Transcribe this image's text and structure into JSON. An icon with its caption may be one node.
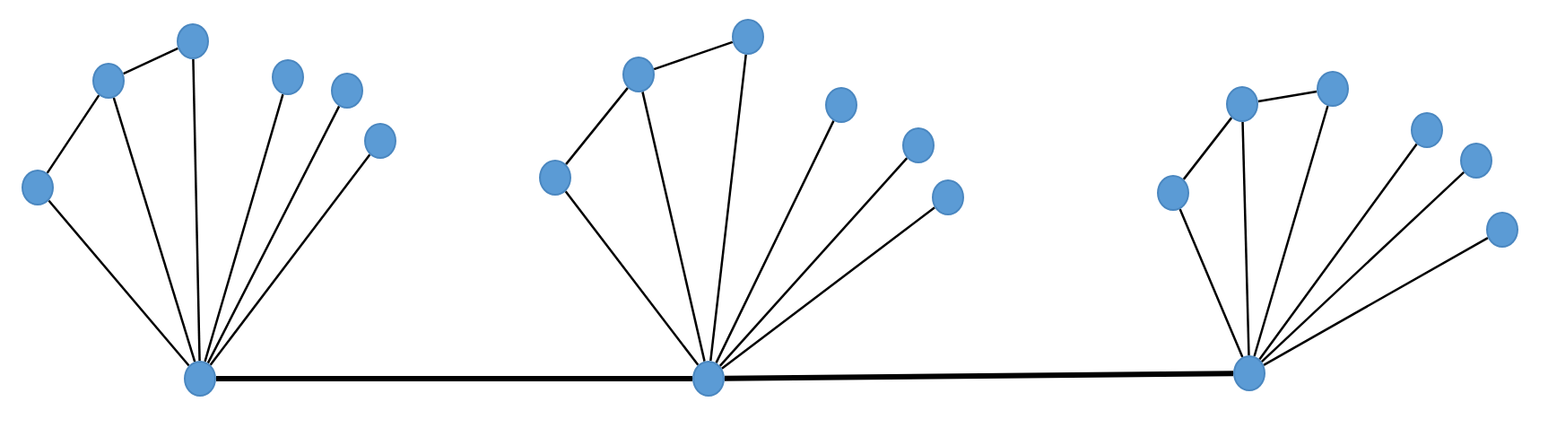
{
  "diagram": {
    "nodes": [
      {
        "text": [],
        "shape": "circle"
      },
      {
        "text": [],
        "shape": "circle"
      },
      {
        "text": [],
        "shape": "circle"
      },
      {
        "text": [],
        "shape": "circle"
      },
      {
        "text": [],
        "shape": "circle"
      },
      {
        "text": [],
        "shape": "circle"
      },
      {
        "text": [],
        "shape": "circle"
      },
      {
        "text": [],
        "shape": "circle"
      },
      {
        "text": [],
        "shape": "circle"
      },
      {
        "text": [],
        "shape": "circle"
      },
      {
        "text": [],
        "shape": "circle"
      },
      {
        "text": [],
        "shape": "circle"
      },
      {
        "text": [],
        "shape": "circle"
      },
      {
        "text": [],
        "shape": "circle"
      },
      {
        "text": [],
        "shape": "circle"
      },
      {
        "text": [],
        "shape": "circle"
      },
      {
        "text": [],
        "shape": "circle"
      },
      {
        "text": [],
        "shape": "circle"
      },
      {
        "text": [],
        "shape": "circle"
      },
      {
        "text": [],
        "shape": "circle"
      },
      {
        "text": [],
        "shape": "circle"
      }
    ],
    "edges": [
      {
        "from": 0,
        "to": 1,
        "arrow": "none"
      },
      {
        "from": 1,
        "to": 2,
        "arrow": "none"
      },
      {
        "from": 0,
        "to": 3,
        "arrow": "none"
      },
      {
        "from": 1,
        "to": 3,
        "arrow": "none"
      },
      {
        "from": 2,
        "to": 3,
        "arrow": "none"
      },
      {
        "from": 4,
        "to": 3,
        "arrow": "none"
      },
      {
        "from": 5,
        "to": 3,
        "arrow": "none"
      },
      {
        "from": 6,
        "to": 3,
        "arrow": "none"
      },
      {
        "from": 7,
        "to": 8,
        "arrow": "none"
      },
      {
        "from": 8,
        "to": 10,
        "arrow": "none"
      },
      {
        "from": 7,
        "to": 9,
        "arrow": "none"
      },
      {
        "from": 8,
        "to": 9,
        "arrow": "none"
      },
      {
        "from": 10,
        "to": 9,
        "arrow": "none"
      },
      {
        "from": 11,
        "to": 9,
        "arrow": "none"
      },
      {
        "from": 12,
        "to": 9,
        "arrow": "none"
      },
      {
        "from": 13,
        "to": 9,
        "arrow": "none"
      },
      {
        "from": 14,
        "to": 15,
        "arrow": "none"
      },
      {
        "from": 15,
        "to": 17,
        "arrow": "none"
      },
      {
        "from": 14,
        "to": 16,
        "arrow": "none"
      },
      {
        "from": 15,
        "to": 16,
        "arrow": "none"
      },
      {
        "from": 17,
        "to": 16,
        "arrow": "none"
      },
      {
        "from": 18,
        "to": 16,
        "arrow": "none"
      },
      {
        "from": 19,
        "to": 16,
        "arrow": "none"
      },
      {
        "from": 20,
        "to": 16,
        "arrow": "none"
      },
      {
        "from": 3,
        "to": 9,
        "arrow": "none",
        "style": "thick"
      },
      {
        "from": 9,
        "to": 16,
        "arrow": "none",
        "style": "thick"
      }
    ]
  }
}
